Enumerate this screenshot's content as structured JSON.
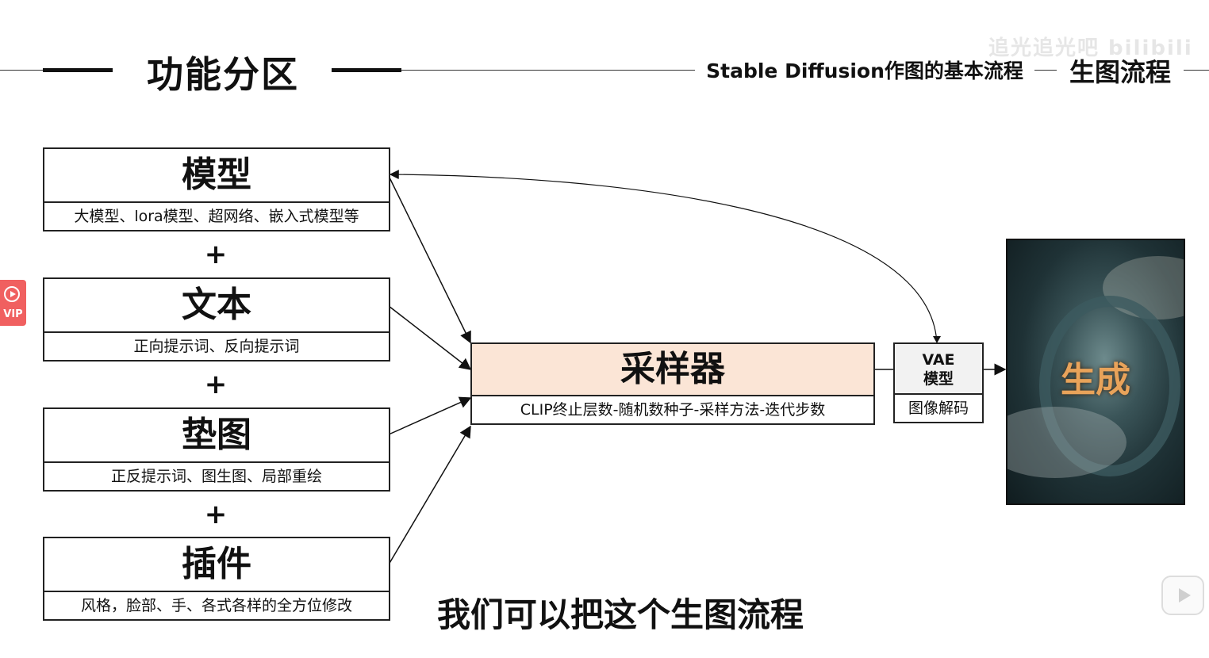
{
  "header": {
    "title": "功能分区",
    "subtitle": "Stable Diffusion作图的基本流程",
    "section": "生图流程",
    "watermark": "追光追光吧 bilibili"
  },
  "inputs": [
    {
      "title": "模型",
      "desc": "大模型、lora模型、超网络、嵌入式模型等"
    },
    {
      "title": "文本",
      "desc": "正向提示词、反向提示词"
    },
    {
      "title": "垫图",
      "desc": "正反提示词、图生图、局部重绘"
    },
    {
      "title": "插件",
      "desc": "风格，脸部、手、各式各样的全方位修改"
    }
  ],
  "plus": "+",
  "sampler": {
    "title": "采样器",
    "desc": "CLIP终止层数-随机数种子-采样方法-迭代步数"
  },
  "vae": {
    "title_line1": "VAE",
    "title_line2": "模型",
    "desc": "图像解码"
  },
  "output": {
    "label": "生成"
  },
  "vip_badge": "VIP",
  "caption": "我们可以把这个生图流程",
  "colors": {
    "sampler_fill": "#fbe5d6",
    "vae_fill": "#f2f2f2",
    "output_label": "#e9a35a",
    "vip": "#f06060"
  }
}
